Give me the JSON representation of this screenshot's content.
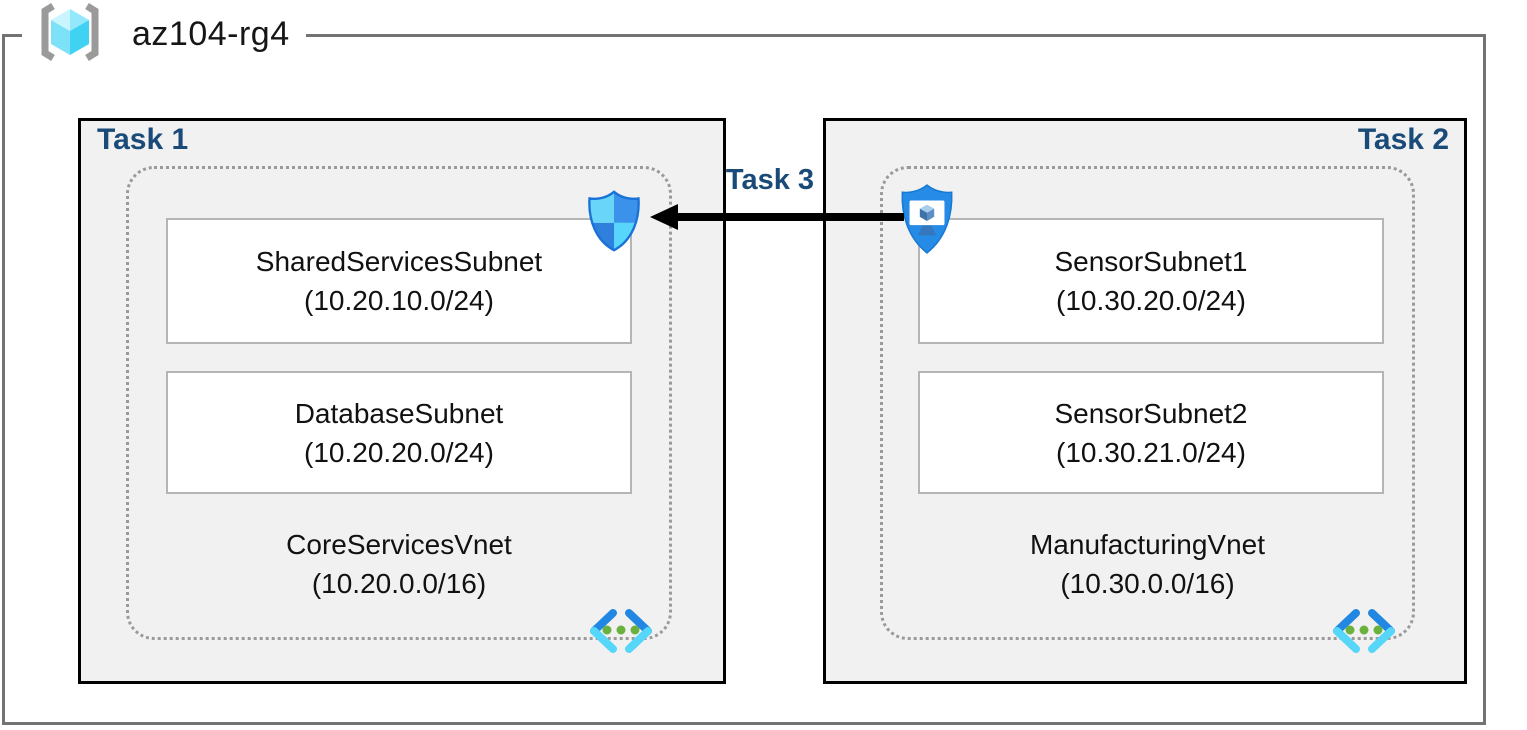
{
  "resource_group": {
    "name": "az104-rg4",
    "icon": "resource-group-icon"
  },
  "tasks": [
    {
      "label": "Task 1",
      "badge_icon": "defender-shield-icon",
      "vnet": {
        "name": "CoreServicesVnet",
        "cidr": "(10.20.0.0/16)",
        "icon": "virtual-network-icon",
        "subnets": [
          {
            "name": "SharedServicesSubnet",
            "cidr": "(10.20.10.0/24)"
          },
          {
            "name": "DatabaseSubnet",
            "cidr": "(10.20.20.0/24)"
          }
        ]
      }
    },
    {
      "label": "Task 2",
      "badge_icon": "defender-for-iot-sensor-icon",
      "vnet": {
        "name": "ManufacturingVnet",
        "cidr": "(10.30.0.0/16)",
        "icon": "virtual-network-icon",
        "subnets": [
          {
            "name": "SensorSubnet1",
            "cidr": "(10.30.20.0/24)"
          },
          {
            "name": "SensorSubnet2",
            "cidr": "(10.30.21.0/24)"
          }
        ]
      }
    }
  ],
  "connection": {
    "label": "Task 3",
    "from": "ManufacturingVnet sensor icon",
    "to": "CoreServicesVnet shield icon",
    "direction": "right-to-left",
    "style": "solid black arrow"
  },
  "colors": {
    "task_label_navy": "#1a4b78",
    "frame_gray": "#737373",
    "task_box_fill": "#f1f1f2",
    "task_box_border": "#000000",
    "dotted_border": "#9a9a9a",
    "subnet_border": "#b5b5b5",
    "arrow_black": "#000000",
    "azure_blue": "#2287e3",
    "azure_cyan": "#56d6f8",
    "dot_green": "#6ab23d"
  }
}
